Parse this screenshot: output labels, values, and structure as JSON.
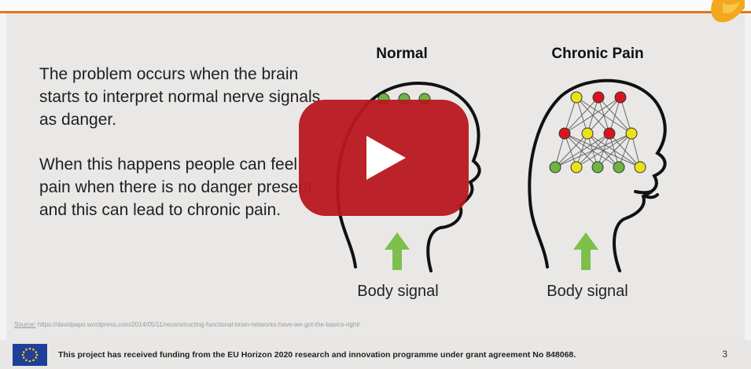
{
  "slide": {
    "paragraph_1": "The problem occurs when the brain starts to interpret normal nerve signals as danger.",
    "paragraph_2": "When this happens people can feel pain when there is no danger present and this can lead to chronic pain.",
    "normal_title": "Normal",
    "chronic_title": "Chronic Pain",
    "normal_signal_label": "Body signal",
    "chronic_signal_label": "Body signal",
    "source_label": "Source:",
    "source_url": "https://davidpapo.wordpress.com/2014/05/11/reconstructing-functional-brain-networks-have-we-got-the-basics-right/",
    "page_number": "3"
  },
  "footer": {
    "funding_text": "This project has received funding from the EU Horizon 2020 research and innovation programme under grant agreement No 848068."
  },
  "player": {
    "play_icon": "youtube-play-icon",
    "play_color": "#b8171f"
  },
  "colors": {
    "accent_line": "#e1761f",
    "node_green": "#6cb443",
    "node_yellow": "#e9e21a",
    "node_red": "#d8151d",
    "arrow_green": "#7cc04a"
  }
}
